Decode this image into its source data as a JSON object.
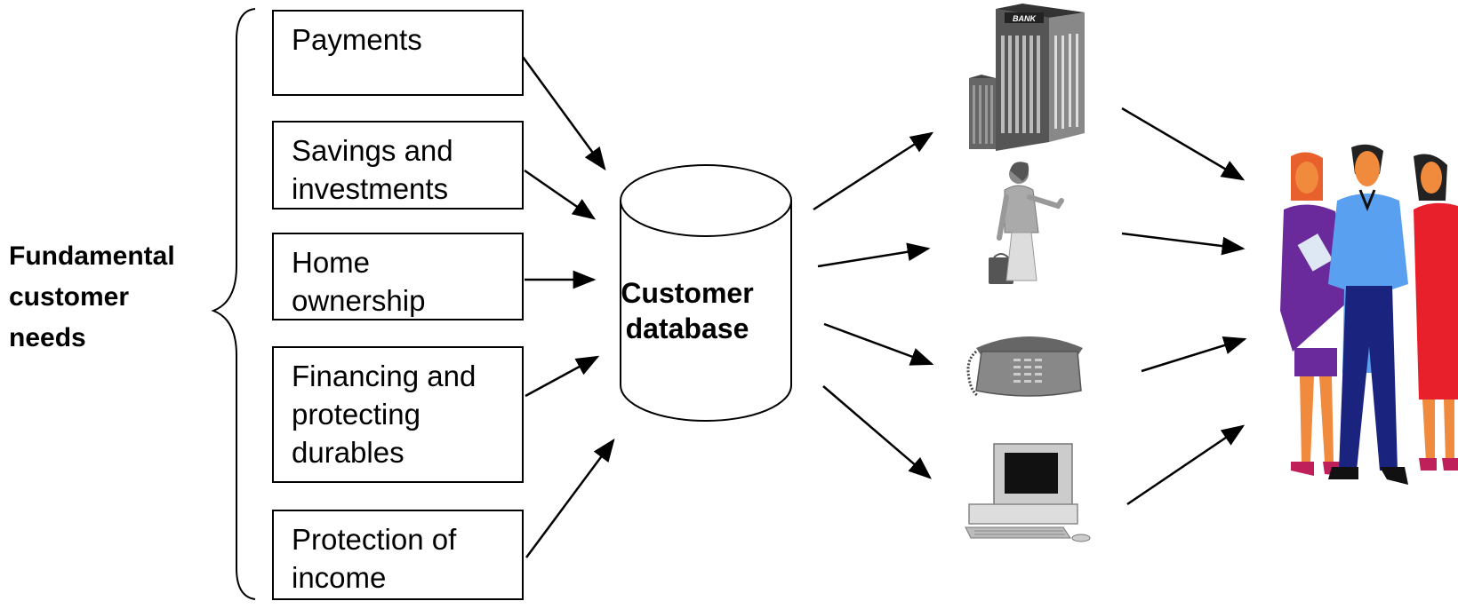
{
  "needs_label": "Fundamental\ncustomer\nneeds",
  "needs": [
    "Payments",
    "Savings and\ninvestments",
    "Home\nownership",
    "Financing and\nprotecting\ndurables",
    "Protection of\nincome"
  ],
  "database_label": "Customer\ndatabase",
  "bank_sign": "BANK",
  "channel_icons": [
    "bank-building-icon",
    "salesperson-icon",
    "telephone-icon",
    "computer-icon"
  ],
  "customers_icon": "customers-group-icon"
}
